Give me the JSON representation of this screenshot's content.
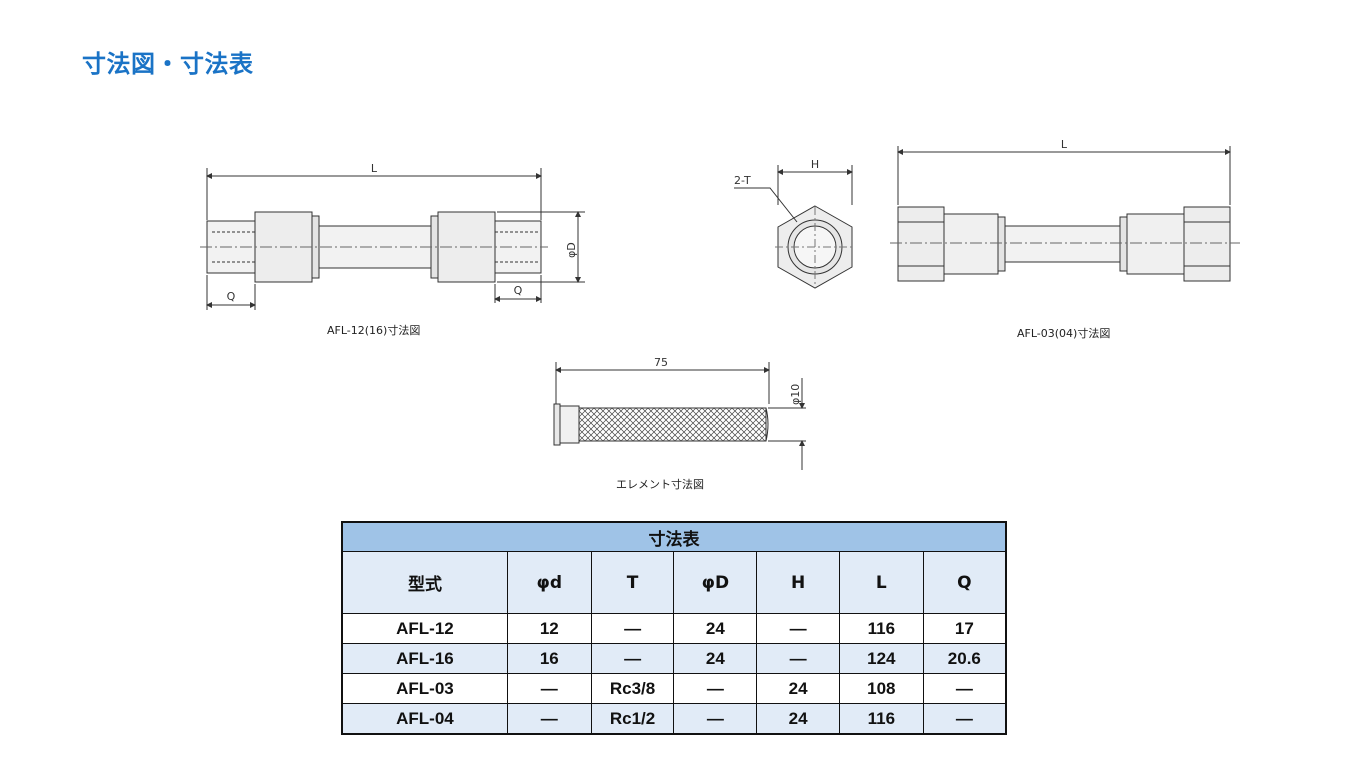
{
  "page": {
    "title": "寸法図・寸法表"
  },
  "drawings": {
    "afl_12_16": {
      "caption": "AFL-12(16)寸法図",
      "dim_L": "L",
      "dim_Q_left": "Q",
      "dim_Q_right": "Q",
      "dim_D": "φD"
    },
    "afl_03_04_end": {
      "dim_2T": "2-T",
      "dim_H": "H"
    },
    "afl_03_04": {
      "caption": "AFL-03(04)寸法図",
      "dim_L": "L"
    },
    "element": {
      "caption": "エレメント寸法図",
      "dim_length": "75",
      "dim_dia": "φ10"
    }
  },
  "table": {
    "caption": "寸法表",
    "headers": [
      "型式",
      "φd",
      "T",
      "φD",
      "H",
      "L",
      "Q"
    ],
    "rows": [
      [
        "AFL-12",
        "12",
        "—",
        "24",
        "—",
        "116",
        "17"
      ],
      [
        "AFL-16",
        "16",
        "—",
        "24",
        "—",
        "124",
        "20.6"
      ],
      [
        "AFL-03",
        "—",
        "Rc3/8",
        "—",
        "24",
        "108",
        "—"
      ],
      [
        "AFL-04",
        "—",
        "Rc1/2",
        "—",
        "24",
        "116",
        "—"
      ]
    ]
  }
}
